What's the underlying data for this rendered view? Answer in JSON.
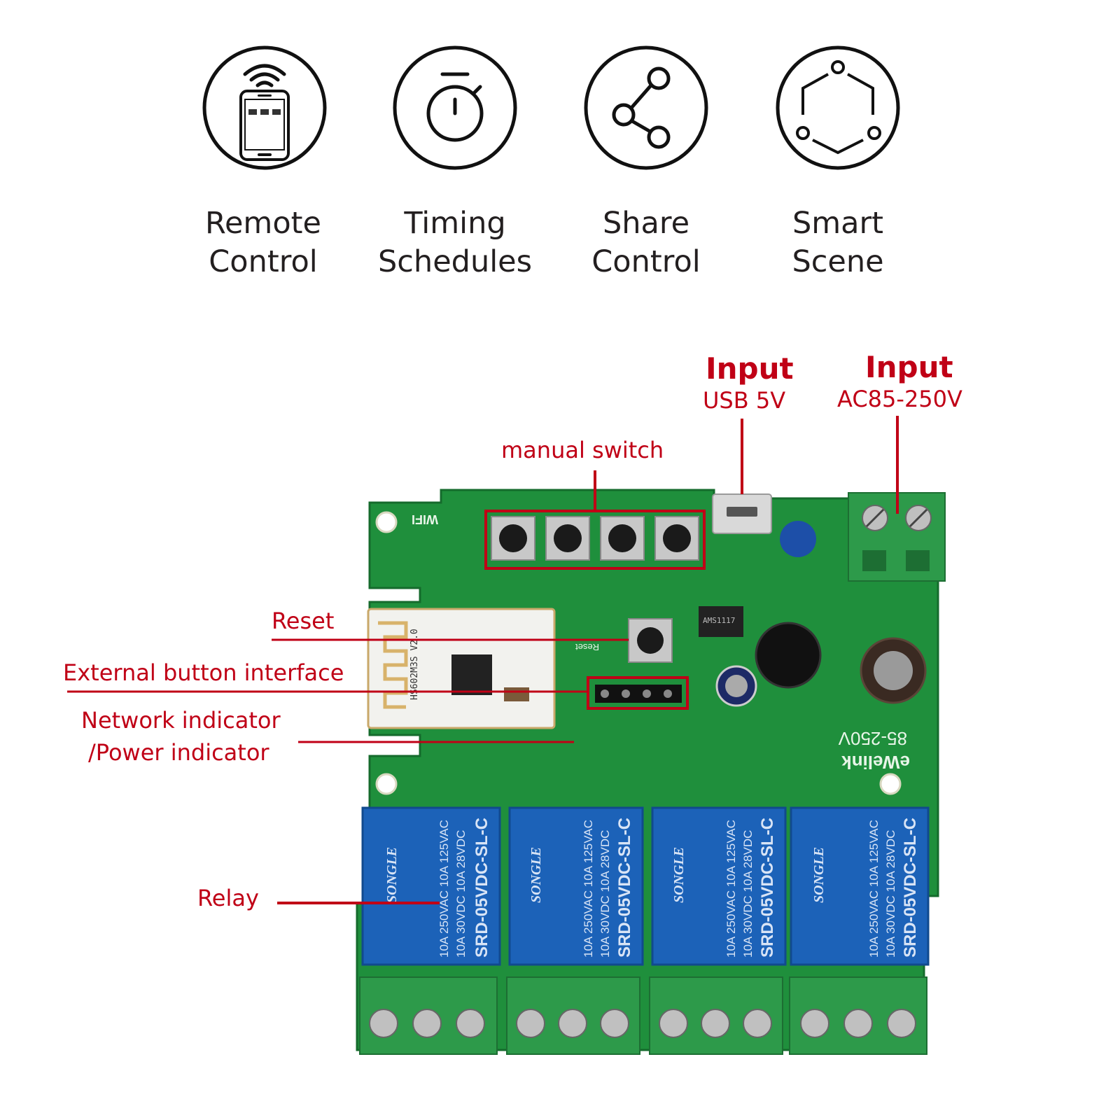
{
  "features": [
    {
      "icon": "smartphone-wifi-icon",
      "label": "Remote\nControl"
    },
    {
      "icon": "stopwatch-icon",
      "label": "Timing\nSchedules"
    },
    {
      "icon": "share-icon",
      "label": "Share\nControl"
    },
    {
      "icon": "scene-nodes-icon",
      "label": "Smart\nScene"
    }
  ],
  "callouts": {
    "usb_title": "Input",
    "usb_sub": "USB 5V",
    "ac_title": "Input",
    "ac_sub": "AC85-250V",
    "manual_switch": "manual switch",
    "reset": "Reset",
    "external_button": "External button interface",
    "network_indicator_line1": "Network indicator",
    "network_indicator_line2": "/Power indicator",
    "relay": "Relay"
  },
  "board": {
    "silkscreen_wifi": "WIFI",
    "silkscreen_reset": "Reset",
    "silkscreen_model": "85-250V",
    "silkscreen_brand": "eWelink",
    "module_text": "HS602M3S V2.0",
    "regulator_text": "AMS1117",
    "relay_brand": "SONGLE",
    "relay_rating_1": "10A 250VAC  10A 125VAC",
    "relay_rating_2": "10A 30VDC  10A 28VDC",
    "relay_model": "SRD-05VDC-SL-C"
  },
  "colors": {
    "callout_red": "#c00016",
    "pcb_green": "#1f8f3c",
    "relay_blue": "#1c62b8",
    "terminal_green": "#2d9a4a"
  }
}
